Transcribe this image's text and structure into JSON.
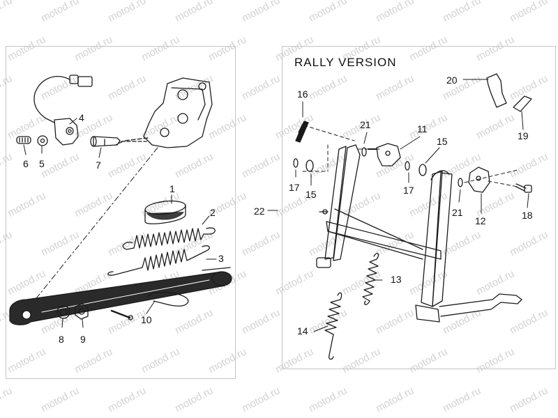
{
  "diagram": {
    "rally_title": "RALLY  VERSION",
    "watermark_text": "motod.ru",
    "left_callouts": [
      "1",
      "2",
      "3",
      "4",
      "5",
      "6",
      "7",
      "8",
      "9",
      "10"
    ],
    "right_callouts": [
      "11",
      "12",
      "13",
      "14",
      "15",
      "15",
      "16",
      "17",
      "17",
      "18",
      "19",
      "20",
      "21",
      "21",
      "22"
    ]
  },
  "colors": {
    "line": "#1a1a1a",
    "panel_border": "#c4c4c4",
    "watermark": "#d2d2d2"
  }
}
